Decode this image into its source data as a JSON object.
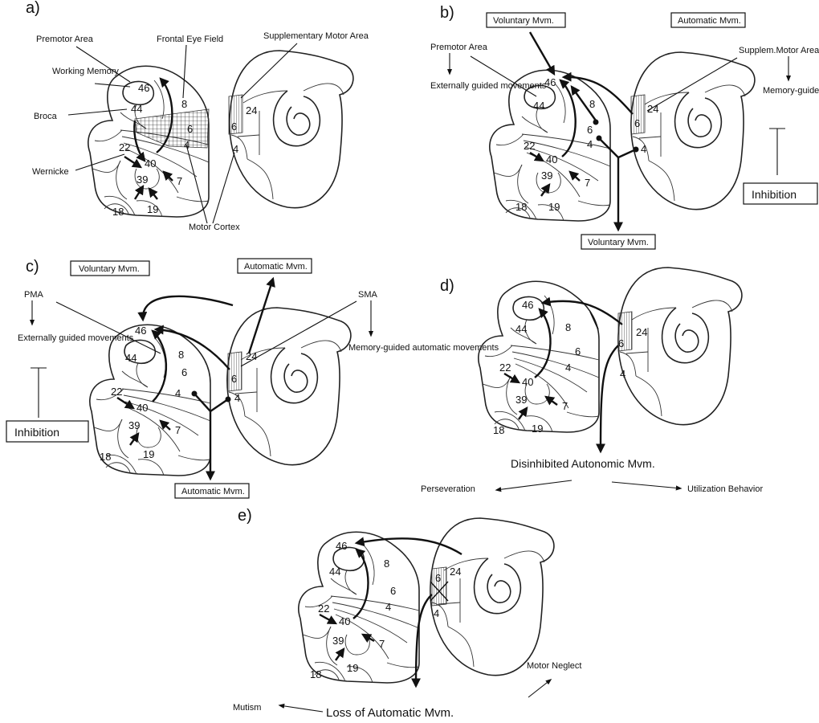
{
  "panels": {
    "a": {
      "letter": "a)",
      "labels": {
        "premotor": "Premotor Area",
        "fef": "Frontal Eye Field",
        "sma": "Supplementary Motor Area",
        "wm": "Working Memory",
        "broca": "Broca",
        "wernicke": "Wernicke",
        "motor_cortex": "Motor Cortex"
      }
    },
    "b": {
      "letter": "b)",
      "voluntary_box": "Voluntary Mvm.",
      "automatic_box": "Automatic Mvm.",
      "premotor": "Premotor Area",
      "externally_guided": "Externally guided movements",
      "suppl": "Supplem.Motor Area",
      "memory_guided": "Memory-guided automatic movements",
      "inhibition": "Inhibition",
      "output": "Voluntary Mvm."
    },
    "c": {
      "letter": "c)",
      "voluntary_box": "Voluntary Mvm.",
      "automatic_box": "Automatic Mvm.",
      "pma": "PMA",
      "externally_guided": "Externally guided movements",
      "sma": "SMA",
      "memory_guided": "Memory-guided automatic movements",
      "inhibition": "Inhibition",
      "output": "Automatic Mvm."
    },
    "d": {
      "letter": "d)",
      "disinhibited": "Disinhibited Autonomic Mvm.",
      "perseveration": "Perseveration",
      "utilization": "Utilization Behavior"
    },
    "e": {
      "letter": "e)",
      "loss": "Loss of Automatic Mvm.",
      "mutism": "Mutism",
      "motor_neglect": "Motor Neglect"
    }
  },
  "areas": {
    "lateral": [
      "46",
      "44",
      "8",
      "6",
      "4",
      "22",
      "40",
      "39",
      "7",
      "18",
      "19"
    ],
    "medial": [
      "6",
      "24",
      "4"
    ]
  }
}
